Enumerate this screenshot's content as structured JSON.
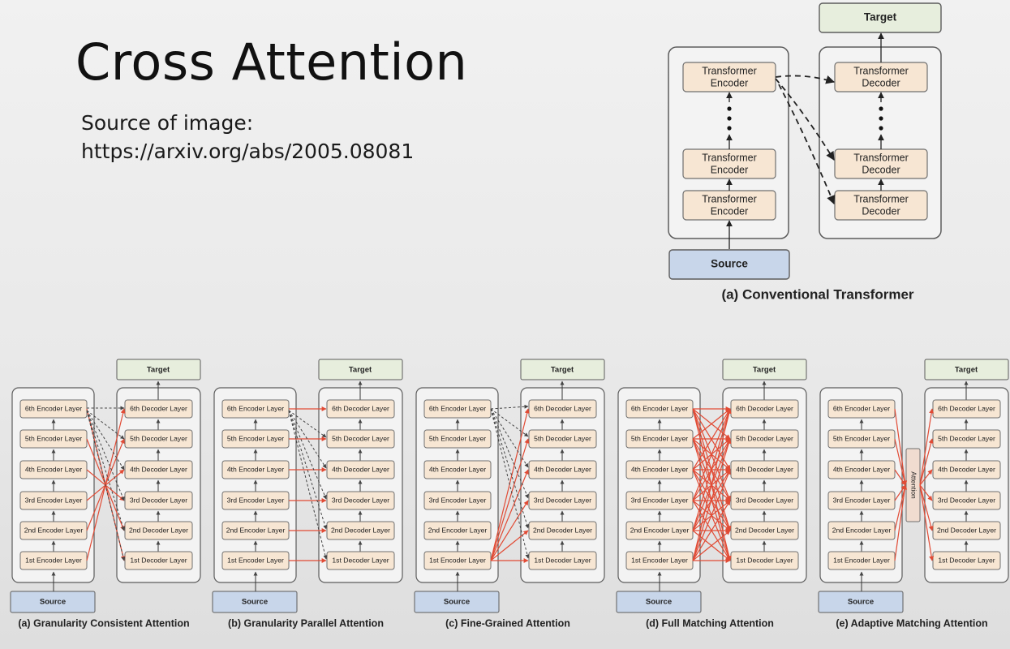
{
  "slide": {
    "title": "Cross Attention",
    "source_label": "Source of image:",
    "source_url": "https://arxiv.org/abs/2005.08081"
  },
  "conventional": {
    "caption": "(a) Conventional Transformer",
    "target": "Target",
    "source": "Source",
    "encoder_label": [
      "Transformer",
      "Encoder"
    ],
    "decoder_label": [
      "Transformer",
      "Decoder"
    ]
  },
  "variants": [
    {
      "id": "granularity-consistent",
      "caption": "(a) Granularity Consistent Attention"
    },
    {
      "id": "granularity-parallel",
      "caption": "(b) Granularity Parallel Attention"
    },
    {
      "id": "fine-grained",
      "caption": "(c) Fine-Grained Attention"
    },
    {
      "id": "full-matching",
      "caption": "(d) Full Matching Attention"
    },
    {
      "id": "adaptive-matching",
      "caption": "(e) Adaptive Matching Attention"
    }
  ],
  "variant_labels": {
    "target": "Target",
    "source": "Source",
    "attention": "Attention",
    "encoder_layers": [
      "6th Encoder Layer",
      "5th Encoder Layer",
      "4th Encoder Layer",
      "3rd Encoder Layer",
      "2nd Encoder Layer",
      "1st Encoder Layer"
    ],
    "decoder_layers": [
      "6th Decoder Layer",
      "5th Decoder Layer",
      "4th Decoder Layer",
      "3rd Decoder Layer",
      "2nd Decoder Layer",
      "1st Decoder Layer"
    ]
  },
  "colors": {
    "layer_fill": "#f7e6d3",
    "layer_stroke": "#6f6f6f",
    "panel_fill": "#f3f3f3",
    "panel_stroke": "#5c5c5c",
    "source_fill": "#c8d6ea",
    "target_fill": "#e7eedd",
    "red_arrow": "#e14b35",
    "dash_arrow": "#444444"
  }
}
